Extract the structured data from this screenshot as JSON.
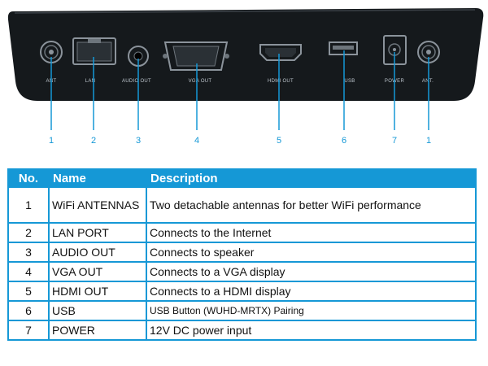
{
  "device": {
    "ports": [
      {
        "label": "ANT",
        "callout": "1",
        "icon": "antenna-connector-icon"
      },
      {
        "label": "LAN",
        "callout": "2",
        "icon": "ethernet-port-icon"
      },
      {
        "label": "AUDIO OUT",
        "callout": "3",
        "icon": "audio-jack-icon"
      },
      {
        "label": "VGA OUT",
        "callout": "4",
        "icon": "vga-port-icon"
      },
      {
        "label": "HDMI OUT",
        "callout": "5",
        "icon": "hdmi-port-icon"
      },
      {
        "label": "USB",
        "callout": "6",
        "icon": "usb-port-icon"
      },
      {
        "label": "POWER",
        "callout": "7",
        "icon": "dc-power-jack-icon"
      },
      {
        "label": "ANT.",
        "callout": "1",
        "icon": "antenna-connector-icon"
      }
    ]
  },
  "table": {
    "headers": {
      "no": "No.",
      "name": "Name",
      "description": "Description"
    },
    "rows": [
      {
        "no": "1",
        "name": "WiFi ANTENNAS",
        "description": "Two detachable antennas for better WiFi performance"
      },
      {
        "no": "2",
        "name": "LAN PORT",
        "description": "Connects to the Internet"
      },
      {
        "no": "3",
        "name": "AUDIO OUT",
        "description": "Connects to speaker"
      },
      {
        "no": "4",
        "name": "VGA OUT",
        "description": "Connects to a VGA display"
      },
      {
        "no": "5",
        "name": "HDMI OUT",
        "description": "Connects to a HDMI display"
      },
      {
        "no": "6",
        "name": "USB",
        "description": "USB Button (WUHD-MRTX) Pairing"
      },
      {
        "no": "7",
        "name": "POWER",
        "description": "12V DC power input"
      }
    ]
  },
  "colors": {
    "accent": "#1598d6",
    "device_body": "#15191c"
  }
}
